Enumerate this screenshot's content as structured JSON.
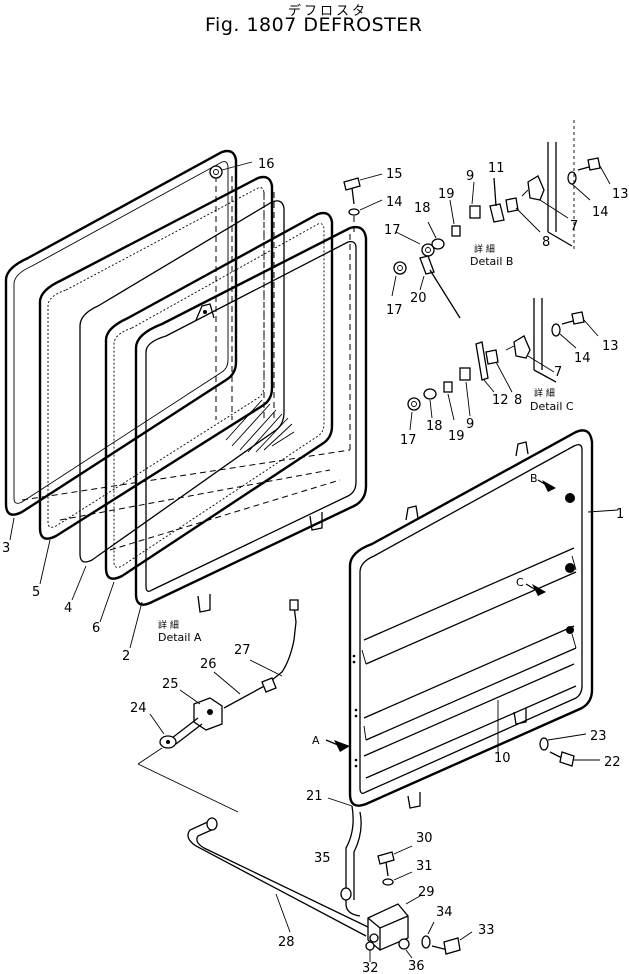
{
  "header": {
    "japanese_title": "デフロスタ",
    "title": "Fig. 1807  DEFROSTER"
  },
  "details": {
    "detail_a": {
      "jp": "詳 細",
      "label": "Detail A"
    },
    "detail_b": {
      "jp": "詳 細",
      "label": "Detail B"
    },
    "detail_c": {
      "jp": "詳 細",
      "label": "Detail C"
    }
  },
  "arrows": {
    "a": "A",
    "b": "B",
    "c": "C"
  },
  "part_numbers": {
    "p1": "1",
    "p2": "2",
    "p3": "3",
    "p4": "4",
    "p5": "5",
    "p6": "6",
    "p7b": "7",
    "p7c": "7",
    "p8b": "8",
    "p8c": "8",
    "p9b": "9",
    "p9c": "9",
    "p10": "10",
    "p11": "11",
    "p12": "12",
    "p13b": "13",
    "p13c": "13",
    "p14a": "14",
    "p14b": "14",
    "p14c": "14",
    "p15": "15",
    "p16": "16",
    "p17a": "17",
    "p17b": "17",
    "p17c": "17",
    "p18b": "18",
    "p18c": "18",
    "p19b": "19",
    "p19c": "19",
    "p20": "20",
    "p21": "21",
    "p22": "22",
    "p23": "23",
    "p24": "24",
    "p25": "25",
    "p26": "26",
    "p27": "27",
    "p28": "28",
    "p29": "29",
    "p30": "30",
    "p31": "31",
    "p32": "32",
    "p33": "33",
    "p34": "34",
    "p35": "35",
    "p36": "36"
  }
}
